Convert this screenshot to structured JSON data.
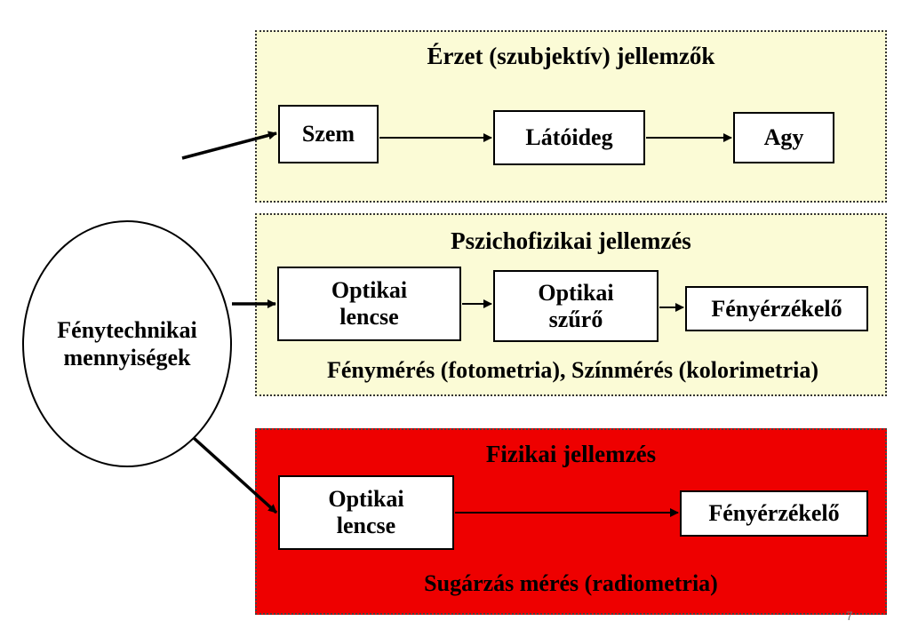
{
  "ellipse": {
    "line1": "Fénytechnikai",
    "line2": "mennyiségek"
  },
  "panel_subjective": {
    "title": "Érzet (szubjektív)  jellemzők",
    "boxes": [
      "Szem",
      "Látóideg",
      "Agy"
    ]
  },
  "panel_psychophysical": {
    "title": "Pszichofizikai  jellemzés",
    "lens": {
      "line1": "Optikai",
      "line2": "lencse"
    },
    "filter": {
      "line1": "Optikai",
      "line2": "szűrő"
    },
    "sensor": "Fényérzékelő",
    "caption": "Fénymérés (fotometria), Színmérés (kolorimetria)"
  },
  "panel_physical": {
    "title": "Fizikai  jellemzés",
    "lens": {
      "line1": "Optikai",
      "line2": "lencse"
    },
    "sensor": "Fényérzékelő",
    "caption": "Sugárzás mérés (radiometria)"
  },
  "page_number": "7",
  "colors": {
    "yellow_panel": "#fbfbd6",
    "red_panel": "#ee0000"
  }
}
